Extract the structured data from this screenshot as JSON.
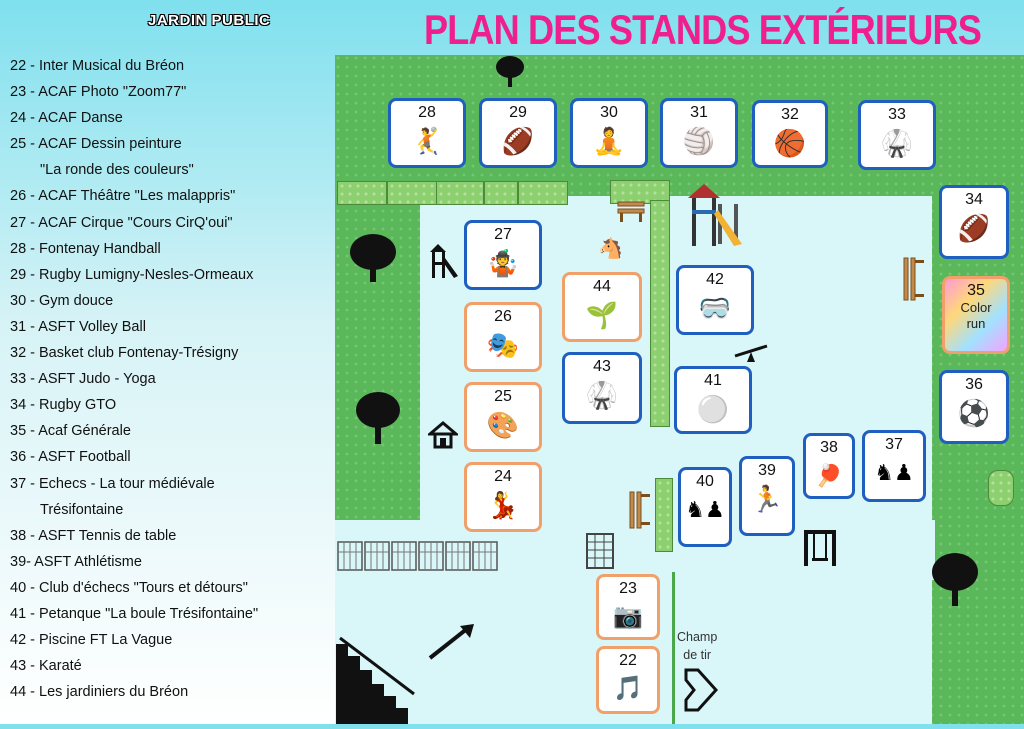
{
  "header": {
    "park_label": "JARDIN PUBLIC",
    "title": "PLAN DES STANDS EXTÉRIEURS"
  },
  "legend": [
    {
      "text": "22 - Inter Musical du Bréon"
    },
    {
      "text": "23 - ACAF Photo \"Zoom77\""
    },
    {
      "text": "24 - ACAF Danse"
    },
    {
      "text": "25 - ACAF Dessin peinture"
    },
    {
      "text": "\"La ronde des couleurs\"",
      "indent": true
    },
    {
      "text": "26 - ACAF Théâtre \"Les malappris\""
    },
    {
      "text": "27 - ACAF Cirque \"Cours CirQ'oui\""
    },
    {
      "text": "28 - Fontenay Handball"
    },
    {
      "text": "29 - Rugby Lumigny-Nesles-Ormeaux"
    },
    {
      "text": "30 -  Gym douce"
    },
    {
      "text": "31 - ASFT Volley Ball"
    },
    {
      "text": "32 - Basket club Fontenay-Trésigny"
    },
    {
      "text": "33 - ASFT Judo - Yoga"
    },
    {
      "text": "34 - Rugby GTO"
    },
    {
      "text": "35 - Acaf Générale"
    },
    {
      "text": "36 - ASFT Football"
    },
    {
      "text": "37 - Echecs - La tour médiévale"
    },
    {
      "text": "Trésifontaine",
      "indent": true
    },
    {
      "text": "38 - ASFT Tennis de table"
    },
    {
      "text": "39- ASFT Athlétisme"
    },
    {
      "text": "40 - Club d'échecs \"Tours et détours\""
    },
    {
      "text": "41 - Petanque \"La boule Trésifontaine\""
    },
    {
      "text": "42 - Piscine  FT La Vague"
    },
    {
      "text": "43 - Karaté"
    },
    {
      "text": "44 - Les jardiniers du Bréon"
    }
  ],
  "stands": {
    "s22": {
      "num": "22",
      "icon": "🎵",
      "icon_name": "music-note-icon"
    },
    "s23": {
      "num": "23",
      "icon": "📷",
      "icon_name": "camera-icon"
    },
    "s24": {
      "num": "24",
      "icon": "💃",
      "icon_name": "dancer-icon"
    },
    "s25": {
      "num": "25",
      "icon": "🎨",
      "icon_name": "palette-icon"
    },
    "s26": {
      "num": "26",
      "icon": "🎭",
      "icon_name": "theatre-masks-icon"
    },
    "s27": {
      "num": "27",
      "icon": "🤹",
      "icon_name": "juggling-clubs-icon"
    },
    "s28": {
      "num": "28",
      "icon": "🤾",
      "icon_name": "handball-player-icon"
    },
    "s29": {
      "num": "29",
      "icon": "🏈",
      "icon_name": "rugby-ball-icon"
    },
    "s30": {
      "num": "30",
      "icon": "🧘",
      "icon_name": "gym-poses-icon"
    },
    "s31": {
      "num": "31",
      "icon": "🏐",
      "icon_name": "volleyball-icon"
    },
    "s32": {
      "num": "32",
      "icon": "🏀",
      "icon_name": "basketball-icon"
    },
    "s33": {
      "num": "33",
      "icon": "🥋",
      "icon_name": "judo-gi-icon"
    },
    "s34": {
      "num": "34",
      "icon": "🏈",
      "icon_name": "rugby-ball-icon"
    },
    "s35": {
      "num": "35",
      "label_line1": "Color",
      "label_line2": "run"
    },
    "s36": {
      "num": "36",
      "icon": "⚽",
      "icon_name": "soccer-ball-icon"
    },
    "s37": {
      "num": "37",
      "icon": "♞♟",
      "icon_name": "chess-pieces-icon"
    },
    "s38": {
      "num": "38",
      "icon": "🏓",
      "icon_name": "ping-pong-icon"
    },
    "s39": {
      "num": "39",
      "icon": "🏃",
      "icon_name": "runner-icon"
    },
    "s40": {
      "num": "40",
      "icon": "♞♟",
      "icon_name": "chess-pieces-icon"
    },
    "s41": {
      "num": "41",
      "icon": "⚪",
      "icon_name": "petanque-balls-icon"
    },
    "s42": {
      "num": "42",
      "icon": "🥽",
      "icon_name": "swim-goggles-icon"
    },
    "s43": {
      "num": "43",
      "icon": "🥋",
      "icon_name": "karate-kick-icon"
    },
    "s44": {
      "num": "44",
      "icon": "🌱",
      "icon_name": "gardening-tools-icon"
    }
  },
  "shooting_range": {
    "line1": "Champ",
    "line2": "de tir"
  },
  "colors": {
    "title": "#ef1f8e",
    "grass": "#5ab85a",
    "stand_blue": "#1f5fbf",
    "stand_orange": "#f2a06a"
  }
}
